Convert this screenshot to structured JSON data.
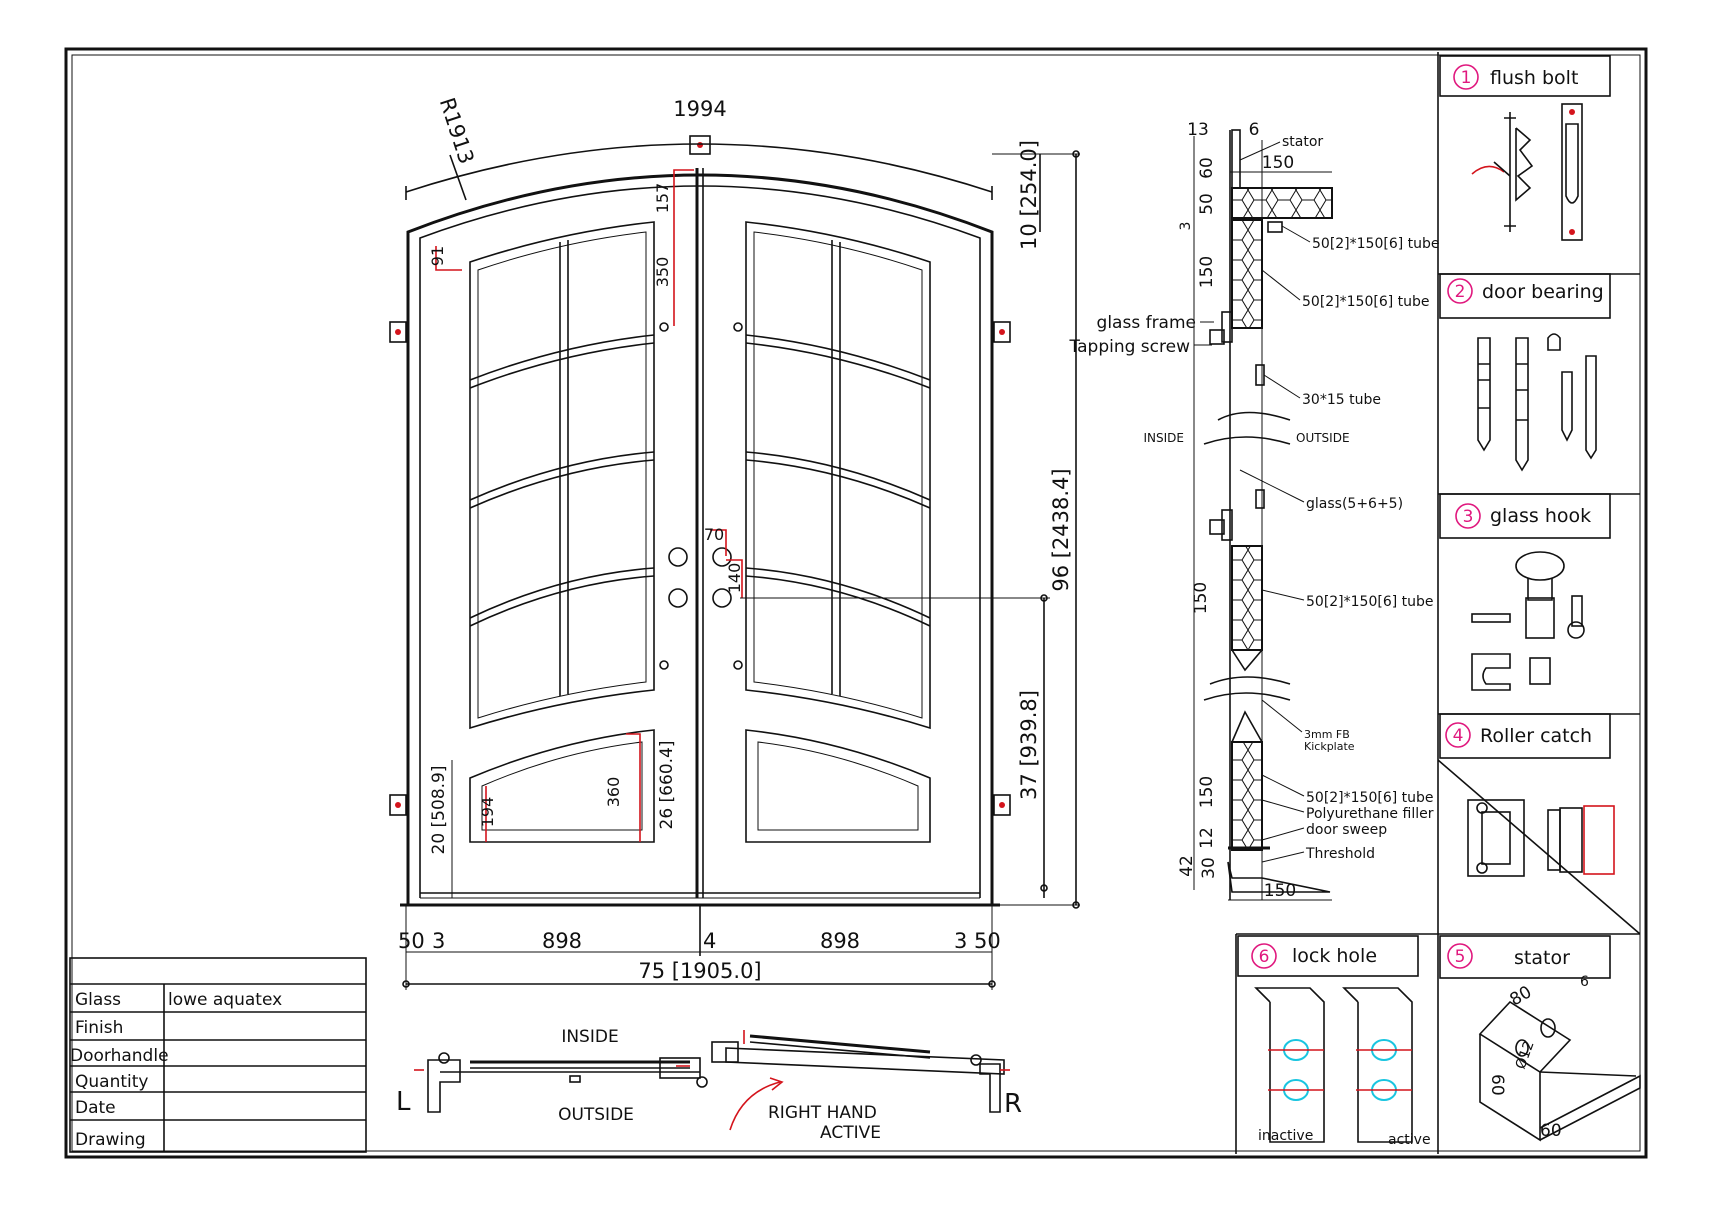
{
  "drawing": {
    "arc_length": "1994",
    "radius": "R1913",
    "top_height": "10 [254.0]",
    "total_height": "96 [2438.4]",
    "handle_height": "37 [939.8]",
    "kick_height": "26 [660.4]",
    "lower_height": "20 [508.9]",
    "top_dims": [
      "157",
      "91",
      "350"
    ],
    "handle_dims": [
      "70",
      "140"
    ],
    "kick_dims": [
      "360",
      "194"
    ],
    "width_dims": [
      "50",
      "3",
      "898",
      "4",
      "898",
      "3",
      "50"
    ],
    "total_width": "75 [1905.0]"
  },
  "section": {
    "top_dims": [
      "13",
      "6",
      "60",
      "50",
      "3",
      "150"
    ],
    "width_top": "150",
    "width_bottom": "150",
    "side_dims": [
      "150",
      "150",
      "150",
      "12",
      "30",
      "42"
    ],
    "labels": {
      "stator": "stator",
      "tube1": "50[2]*150[6] tube",
      "tube2": "50[2]*150[6] tube",
      "glass_frame": "glass frame",
      "tapping_screw": "Tapping screw",
      "tube_small": "30*15 tube",
      "inside": "INSIDE",
      "outside": "OUTSIDE",
      "glass": "glass(5+6+5)",
      "tube3": "50[2]*150[6] tube",
      "kickplate_1": "3mm FB",
      "kickplate_2": "Kickplate",
      "tube4": "50[2]*150[6] tube",
      "filler": "Polyurethane filler",
      "sweep": "door sweep",
      "threshold": "Threshold"
    }
  },
  "panels": [
    {
      "num": "1",
      "title": "flush bolt"
    },
    {
      "num": "2",
      "title": "door bearing"
    },
    {
      "num": "3",
      "title": "glass hook"
    },
    {
      "num": "4",
      "title": "Roller catch"
    },
    {
      "num": "6",
      "title": "lock hole",
      "inactive": "inactive",
      "active": "active"
    },
    {
      "num": "5",
      "title": "stator",
      "dims": [
        "80",
        "6",
        "60",
        "60",
        "Ø12"
      ]
    }
  ],
  "plan": {
    "inside": "INSIDE",
    "outside": "OUTSIDE",
    "left": "L",
    "right": "R",
    "swing_1": "RIGHT HAND",
    "swing_2": "ACTIVE"
  },
  "title_block": {
    "rows": [
      {
        "label": "Glass",
        "value": "lowe aquatex"
      },
      {
        "label": "Finish",
        "value": ""
      },
      {
        "label": "Doorhandle",
        "value": ""
      },
      {
        "label": "Quantity",
        "value": ""
      },
      {
        "label": "Date",
        "value": ""
      },
      {
        "label": "Drawing",
        "value": ""
      }
    ]
  },
  "colors": {
    "dimension_red": "#d4141c",
    "panel_number": "#e0187e",
    "lock_hole": "#19c5e0"
  }
}
